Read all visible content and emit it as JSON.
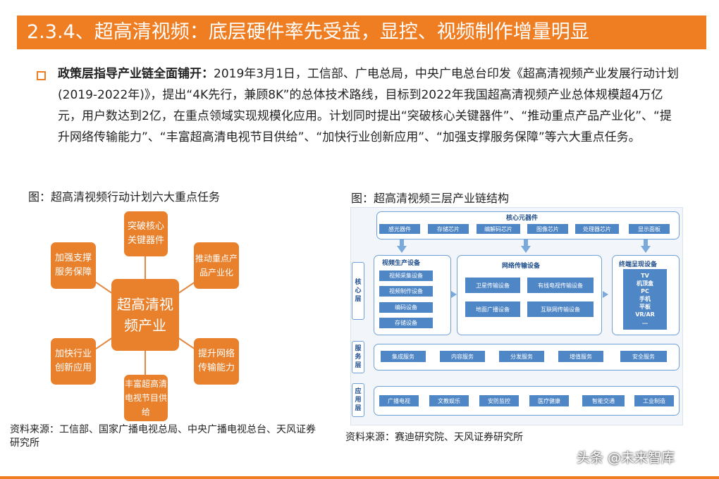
{
  "title": "2.3.4、超高清视频：底层硬件率先受益，显控、视频制作增量明显",
  "body": {
    "lead": "政策层指导产业链全面铺开：",
    "text": "2019年3月1日，工信部、广电总局，中央广电总台印发《超高清视频产业发展行动计划(2019-2022年)》，提出“4K先行，兼顾8K”的总体技术路线，目标到2022年我国超高清视频产业总体规模超4万亿元，用户数达到2亿，在重点领域实现规模化应用。计划同时提出“突破核心关键器件”、“推动重点产品产业化”、“提升网络传输能力”、“丰富超高清电视节目供给”、“加快行业创新应用”、“加强支撑服务保障”等六大重点任务。"
  },
  "left_figure": {
    "caption": "图：超高清视频行动计划六大重点任务",
    "center": "超高清视频产业",
    "nodes": {
      "top": "突破核心关键器件",
      "top_right": "推动重点产品产业化",
      "bottom_right": "提升网络传输能力",
      "bottom": "丰富超高清电视节目供给",
      "bottom_left": "加快行业创新应用",
      "top_left": "加强支撑服务保障"
    },
    "source": "资料来源：工信部、国家广播电视总局、中央广播电视总台、天风证券研究所"
  },
  "right_figure": {
    "caption": "图：超高清视频三层产业链结构",
    "core_components": {
      "title": "核心元器件",
      "items": [
        "感光器件",
        "存储芯片",
        "编解码芯片",
        "图像芯片",
        "处理器芯片",
        "显示面板"
      ]
    },
    "layers": {
      "core": "核心层",
      "service": "服务层",
      "application": "应用层"
    },
    "production": {
      "title": "视频生产设备",
      "items": [
        "视频采集设备",
        "视频制作设备",
        "编码设备",
        "存储设备"
      ]
    },
    "network": {
      "title": "网络传输设备",
      "items": [
        "卫星传输设备",
        "有线电视传输设备",
        "地面广播设备",
        "互联网传输设备"
      ]
    },
    "terminal": {
      "title": "终端呈现设备",
      "items": [
        "TV",
        "机顶盒",
        "PC",
        "手机",
        "平板",
        "VR/AR",
        "…"
      ]
    },
    "services": [
      "集成服务",
      "内容服务",
      "分发服务",
      "增值服务",
      "安全服务"
    ],
    "applications": [
      "广播电视",
      "文教娱乐",
      "安防监控",
      "医疗健康",
      "智能交通",
      "工业制造"
    ],
    "source": "资料来源：赛迪研究院、天风证券研究所"
  },
  "watermark": "头条 @未来智库",
  "colors": {
    "accent": "#ef7d22",
    "node": "#e9802c",
    "diagram_blue": "#4f86c6"
  }
}
